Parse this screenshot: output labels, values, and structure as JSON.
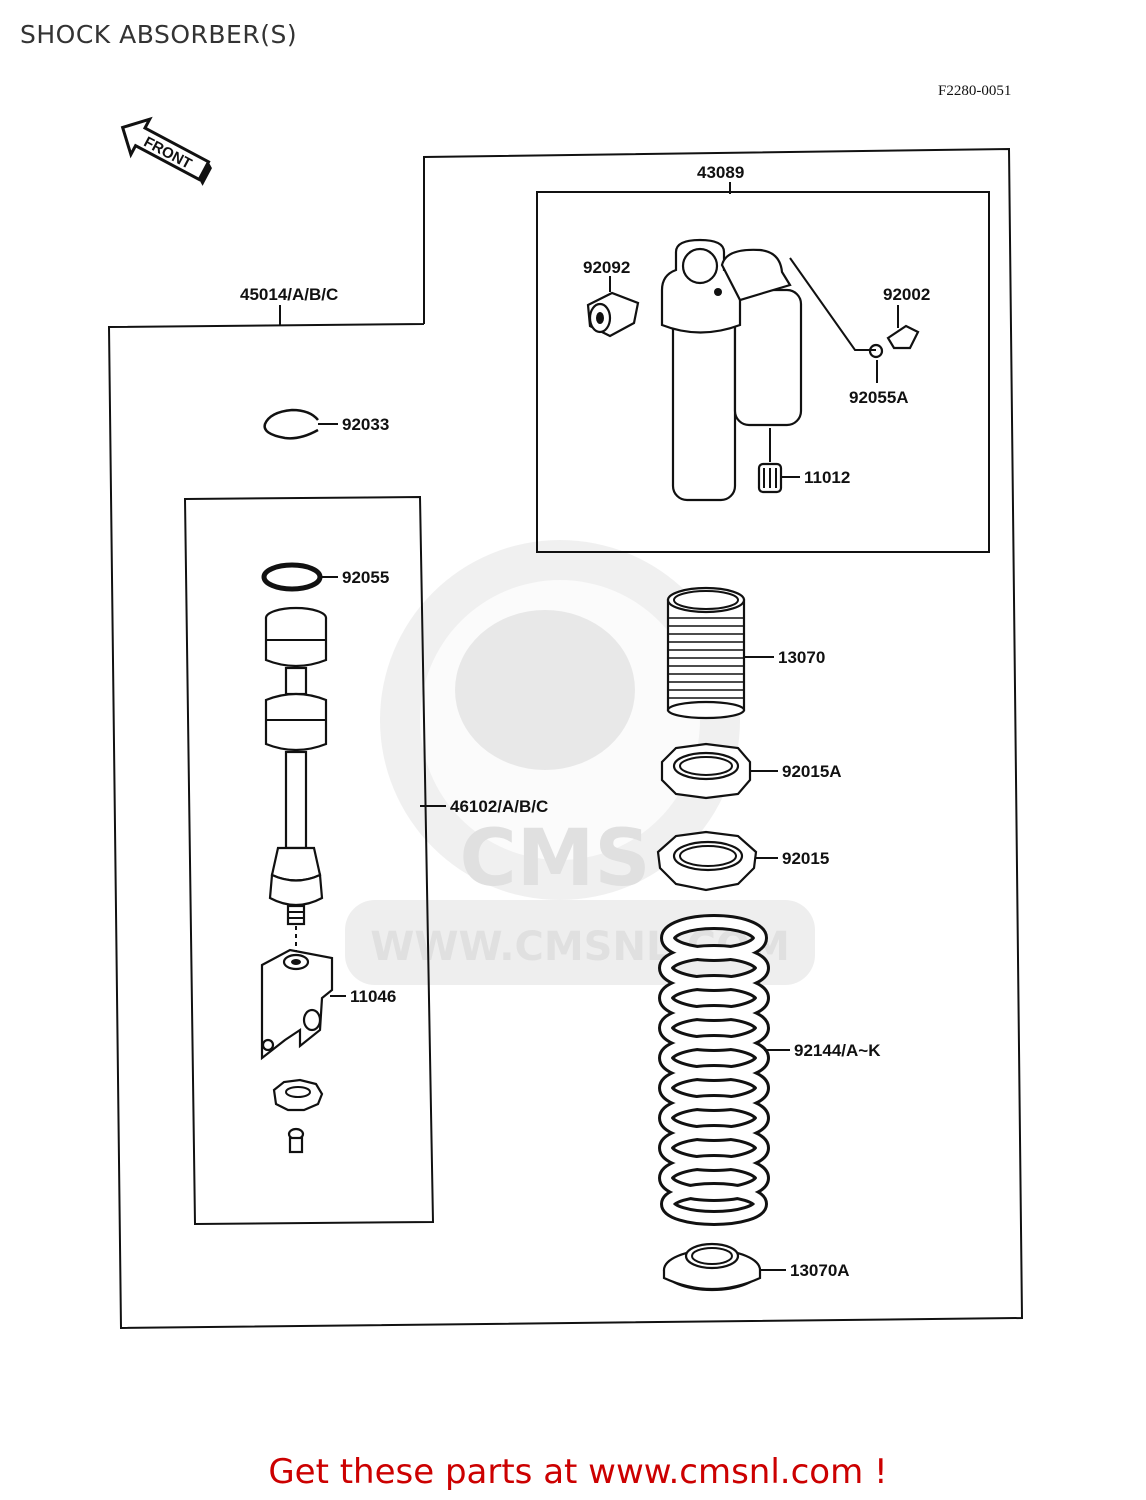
{
  "title": "SHOCK ABSORBER(S)",
  "diagram_ref": "F2280-0051",
  "front_label": "FRONT",
  "watermark": {
    "brand": "CMS",
    "url": "WWW.CMSNL.COM"
  },
  "parts": {
    "assembly": "45014/A/B/C",
    "body": "43089",
    "bushing": "92092",
    "bolt": "92002",
    "washer": "92055A",
    "valve": "11012",
    "circlip": "92033",
    "oring": "92055",
    "rod_assembly": "46102/A/B/C",
    "spring_guide": "13070",
    "locknut": "92015A",
    "adjust_nut": "92015",
    "clevis": "11046",
    "spring": "92144/A~K",
    "spring_seat": "13070A"
  },
  "footer": "Get these parts at www.cmsnl.com !"
}
